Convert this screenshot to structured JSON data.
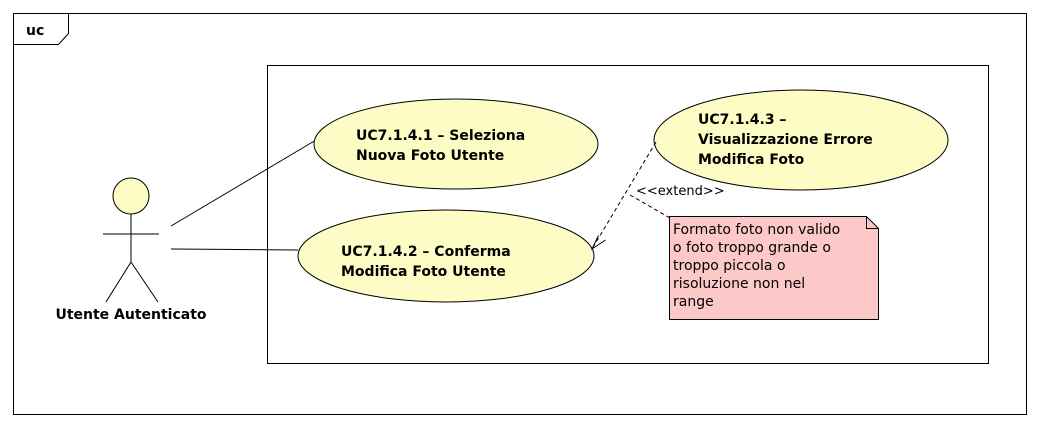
{
  "frame": {
    "label": "uc"
  },
  "actor": {
    "name": "Utente Autenticato"
  },
  "use_cases": [
    {
      "id": "uc-7-1-4-1",
      "lines": [
        "UC7.1.4.1 – Seleziona",
        "Nuova Foto Utente"
      ]
    },
    {
      "id": "uc-7-1-4-2",
      "lines": [
        "UC7.1.4.2 – Conferma",
        "Modifica Foto Utente"
      ]
    },
    {
      "id": "uc-7-1-4-3",
      "lines": [
        "UC7.1.4.3 –",
        "Visualizzazione Errore",
        "Modifica Foto"
      ]
    }
  ],
  "extend": {
    "label": "<<extend>>"
  },
  "note": {
    "lines": [
      "Formato foto non valido",
      "o foto troppo grande o",
      "troppo piccola o",
      "risoluzione non nel",
      "range"
    ]
  },
  "colors": {
    "use_case_fill": "#fcfcc4",
    "note_fill": "#fcc8c8",
    "actor_fill": "#fcfcc4",
    "line": "#000000"
  }
}
